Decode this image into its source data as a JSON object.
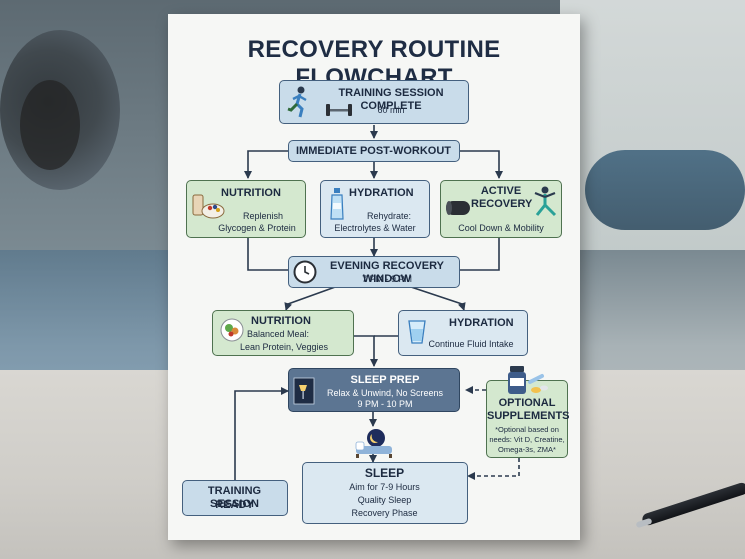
{
  "title": "RECOVERY ROUTINE FLOWCHART",
  "nodes": {
    "training_complete": {
      "title": "TRAINING SESSION COMPLETE",
      "detail": "60 min"
    },
    "post_workout": {
      "title": "IMMEDIATE POST-WORKOUT"
    },
    "nutrition_1": {
      "title": "NUTRITION",
      "detail_1": "Replenish",
      "detail_2": "Glycogen & Protein"
    },
    "hydration_1": {
      "title": "HYDRATION",
      "detail_1": "Rehydrate:",
      "detail_2": "Electrolytes & Water"
    },
    "active_recovery": {
      "title_1": "ACTIVE",
      "title_2": "RECOVERY",
      "detail": "Cool Down & Mobility"
    },
    "evening_window": {
      "title": "EVENING RECOVERY WINDOW",
      "detail": "7 PM - 9 PM"
    },
    "nutrition_2": {
      "title": "NUTRITION",
      "detail_1": "Balanced Meal:",
      "detail_2": "Lean Protein, Veggies"
    },
    "hydration_2": {
      "title": "HYDRATION",
      "detail": "Continue Fluid Intake"
    },
    "sleep_prep": {
      "title": "SLEEP PREP",
      "detail_1": "Relax & Unwind, No Screens",
      "detail_2": "9 PM - 10 PM"
    },
    "supplements": {
      "title_1": "OPTIONAL",
      "title_2": "SUPPLEMENTS",
      "detail_1": "*Optional based on",
      "detail_2": "needs: Vit D, Creatine,",
      "detail_3": "Omega-3s, ZMA*"
    },
    "sleep": {
      "title": "SLEEP",
      "detail_1": "Aim for 7-9 Hours",
      "detail_2": "Quality Sleep",
      "detail_3": "Recovery Phase"
    },
    "training_ready": {
      "title_1": "TRAINING SESSION",
      "title_2": "READY"
    }
  },
  "icons": [
    "runner-icon",
    "barbell-icon",
    "food-bowl-icon",
    "water-bottle-icon",
    "foam-roller-icon",
    "stretching-person-icon",
    "clock-icon",
    "salad-plate-icon",
    "water-glass-icon",
    "bed-lamp-icon",
    "supplement-bottle-icon",
    "sleeping-person-icon"
  ],
  "colors": {
    "title": "#1f2d44",
    "box_blue": "#c9dcea",
    "box_green": "#d4e8cf",
    "box_dark": "#5c7592",
    "arrow": "#2b3a4e"
  }
}
